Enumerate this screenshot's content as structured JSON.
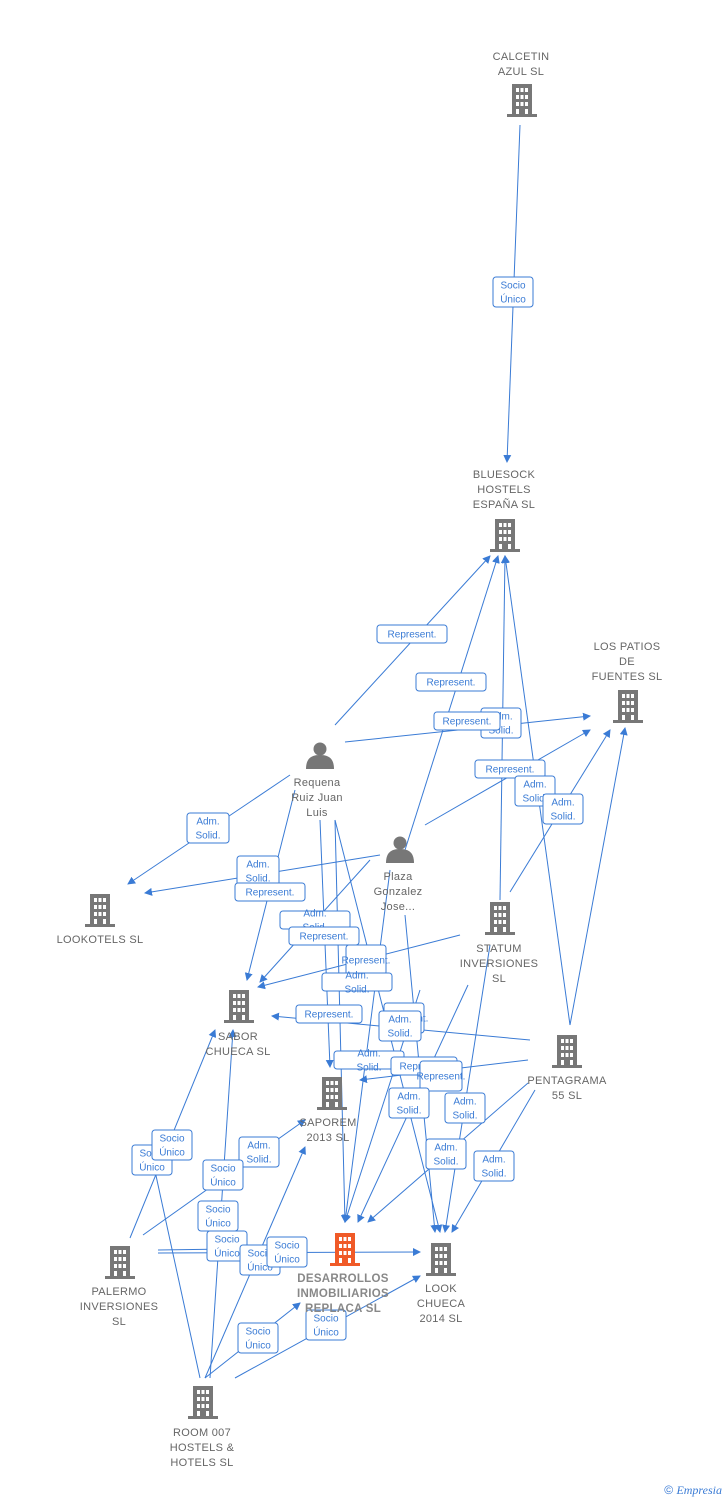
{
  "colors": {
    "edge": "#3a7bd5",
    "company": "#777777",
    "main_company": "#f05a28",
    "person": "#777777"
  },
  "nodes": [
    {
      "id": "calcetin",
      "type": "company",
      "label": [
        "CALCETIN",
        "AZUL  SL"
      ]
    },
    {
      "id": "bluesock",
      "type": "company",
      "label": [
        "BLUESOCK",
        "HOSTELS",
        "ESPAÑA  SL"
      ]
    },
    {
      "id": "patios",
      "type": "company",
      "label": [
        "LOS PATIOS",
        "DE",
        "FUENTES  SL"
      ]
    },
    {
      "id": "requena",
      "type": "person",
      "label": [
        "Requena",
        "Ruiz Juan",
        "Luis"
      ]
    },
    {
      "id": "plaza",
      "type": "person",
      "label": [
        "Plaza",
        "Gonzalez",
        "Jose..."
      ]
    },
    {
      "id": "lookotels",
      "type": "company",
      "label": [
        "LOOKOTELS SL"
      ]
    },
    {
      "id": "statum",
      "type": "company",
      "label": [
        "STATUM",
        "INVERSIONES",
        "SL"
      ]
    },
    {
      "id": "sabor",
      "type": "company",
      "label": [
        "SABOR",
        "CHUECA  SL"
      ]
    },
    {
      "id": "pentagrama",
      "type": "company",
      "label": [
        "PENTAGRAMA",
        "55  SL"
      ]
    },
    {
      "id": "saporem",
      "type": "company",
      "label": [
        "SAPOREM",
        "2013 SL"
      ]
    },
    {
      "id": "desarrollos",
      "type": "main",
      "label": [
        "DESARROLLOS",
        "INMOBILIARIOS",
        "REPLACA  SL"
      ]
    },
    {
      "id": "look",
      "type": "company",
      "label": [
        "LOOK",
        "CHUECA",
        "2014  SL"
      ]
    },
    {
      "id": "palermo",
      "type": "company",
      "label": [
        "PALERMO",
        "INVERSIONES",
        "SL"
      ]
    },
    {
      "id": "room",
      "type": "company",
      "label": [
        "ROOM 007",
        "HOSTELS &",
        "HOTELS  SL"
      ]
    }
  ],
  "edge_labels": [
    [
      "Socio",
      "Único"
    ],
    [
      "Represent."
    ],
    [
      "Represent."
    ],
    [
      "Adm.",
      "Solid."
    ],
    [
      "Represent."
    ],
    [
      "Represent."
    ],
    [
      "Adm.",
      "Solid."
    ],
    [
      "Adm.",
      "Solid."
    ],
    [
      "Adm.",
      "Solid."
    ],
    [
      "Adm.",
      "Solid."
    ],
    [
      "Represent."
    ],
    [
      "Adm.",
      "Solid."
    ],
    [
      "Represent."
    ],
    [
      "Represent."
    ],
    [
      "Adm.",
      "Solid."
    ],
    [
      "Represent."
    ],
    [
      "Represent."
    ],
    [
      "Adm.",
      "Solid."
    ],
    [
      "Adm.",
      "Solid."
    ],
    [
      "Represent."
    ],
    [
      "Represent."
    ],
    [
      "Adm.",
      "Solid."
    ],
    [
      "Adm.",
      "Solid."
    ],
    [
      "Adm.",
      "Solid."
    ],
    [
      "Adm.",
      "Solid."
    ],
    [
      "Adm.",
      "Solid."
    ],
    [
      "Socio",
      "Único"
    ],
    [
      "Socio",
      "Único"
    ],
    [
      "Socio",
      "Único"
    ],
    [
      "Socio",
      "Único"
    ],
    [
      "Socio",
      "Único"
    ],
    [
      "Socio",
      "Único"
    ],
    [
      "Socio",
      "Único"
    ],
    [
      "Socio",
      "Único"
    ],
    [
      "Socio",
      "Único"
    ]
  ],
  "footer": {
    "copyright": "©",
    "brand": "Empresia"
  }
}
